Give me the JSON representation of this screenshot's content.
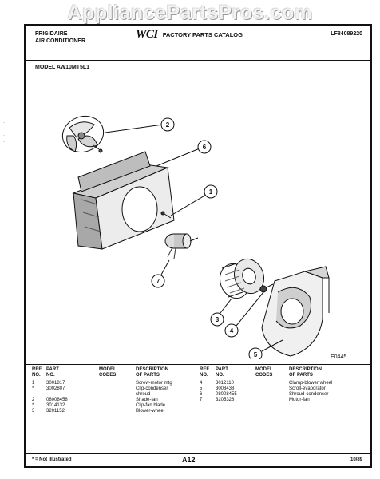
{
  "watermark": "AppliancePartsPros.com",
  "header": {
    "brand_line1": "FRIGIDAIRE",
    "brand_line2": "AIR CONDITIONER",
    "logo_text": "WCI",
    "catalog_title": "FACTORY PARTS CATALOG",
    "catalog_number": "LF84089220",
    "model_label": "MODEL AW10MT5L1"
  },
  "diagram": {
    "figure_code": "E0445",
    "callouts": [
      "1",
      "2",
      "3",
      "4",
      "5",
      "6",
      "7"
    ]
  },
  "table": {
    "headers": {
      "ref_no": [
        "REF.",
        "NO."
      ],
      "part_no": [
        "PART",
        "NO."
      ],
      "model_codes": [
        "MODEL",
        "CODES"
      ],
      "description": [
        "DESCRIPTION",
        "OF PARTS"
      ]
    },
    "left_rows": [
      {
        "ref": "1",
        "part": "3001817",
        "desc": "Screw-motor mtg"
      },
      {
        "ref": "*",
        "part": "3002807",
        "desc": "Clip-condenser"
      },
      {
        "ref": "",
        "part": "",
        "desc": "shroud"
      },
      {
        "ref": "2",
        "part": "08008458",
        "desc": "Shade-fan"
      },
      {
        "ref": "*",
        "part": "3014132",
        "desc": "Clip-fan blade"
      },
      {
        "ref": "3",
        "part": "3201152",
        "desc": "Blower-wheel"
      }
    ],
    "right_rows": [
      {
        "ref": "4",
        "part": "3012110",
        "desc": "Clamp-blower wheel"
      },
      {
        "ref": "5",
        "part": "3008438",
        "desc": "Scroll-evaporator"
      },
      {
        "ref": "6",
        "part": "08008455",
        "desc": "Shroud-condenser"
      },
      {
        "ref": "7",
        "part": "3205328",
        "desc": "Motor-fan"
      }
    ]
  },
  "footer": {
    "note": "* = Not Illustrated",
    "page": "A12",
    "date": "10/89"
  }
}
